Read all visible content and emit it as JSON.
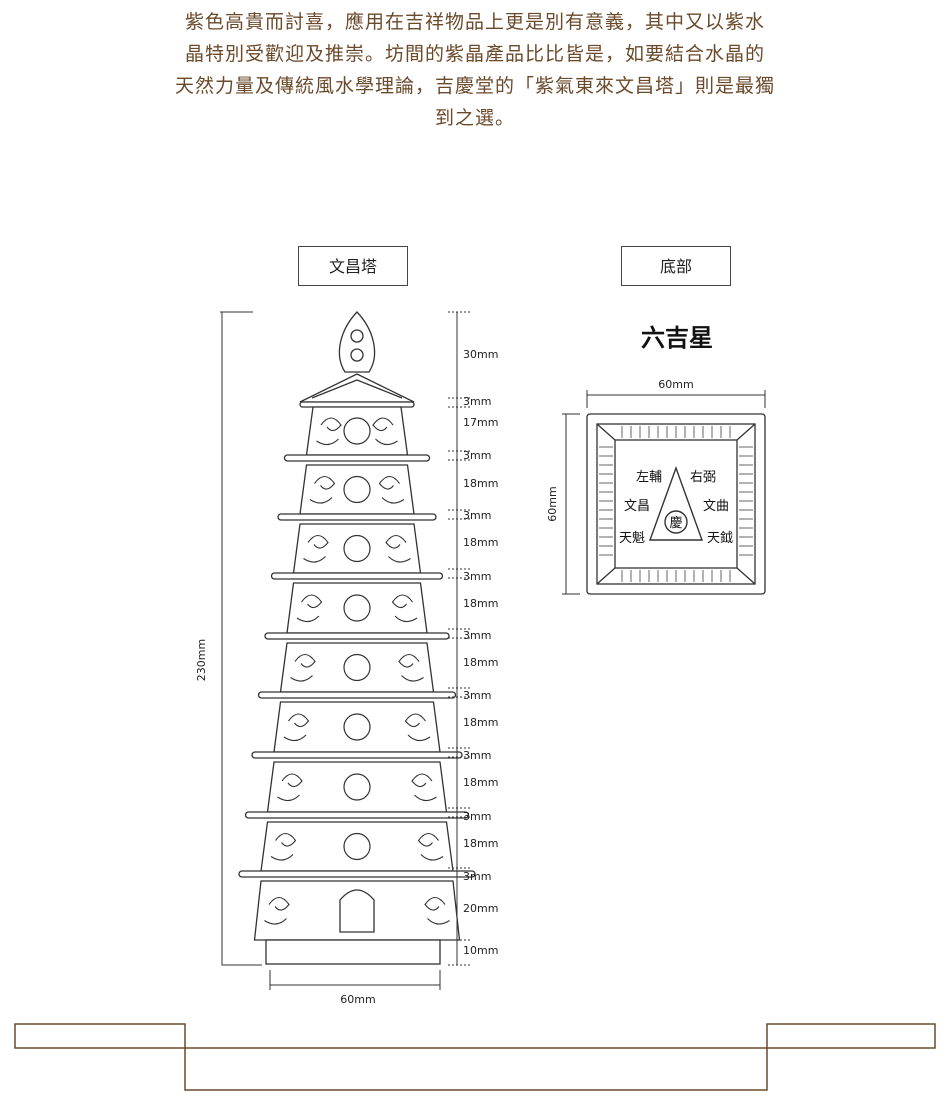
{
  "intro": {
    "line1": "紫色高貴而討喜，應用在吉祥物品上更是別有意義，其中又以紫水",
    "line2": "晶特別受歡迎及推崇。坊間的紫晶產品比比皆是，如要結合水晶的",
    "line3": "天然力量及傳統風水學理論，吉慶堂的「紫氣東來文昌塔」則是最獨",
    "line4": "到之選。"
  },
  "labels": {
    "tower": "文昌塔",
    "base": "底部"
  },
  "tower": {
    "height_total": "230mm",
    "width": "60mm",
    "segments": [
      "30mm",
      "3mm",
      "17mm",
      "3mm",
      "18mm",
      "3mm",
      "18mm",
      "3mm",
      "18mm",
      "3mm",
      "18mm",
      "3mm",
      "18mm",
      "3mm",
      "18mm",
      "3mm",
      "18mm",
      "3mm",
      "20mm",
      "10mm"
    ]
  },
  "base": {
    "title": "六吉星",
    "width": "60mm",
    "height": "60mm",
    "stars": [
      "左輔",
      "右弼",
      "文昌",
      "文曲",
      "天魁",
      "天鉞"
    ],
    "center_mark": "慶"
  }
}
